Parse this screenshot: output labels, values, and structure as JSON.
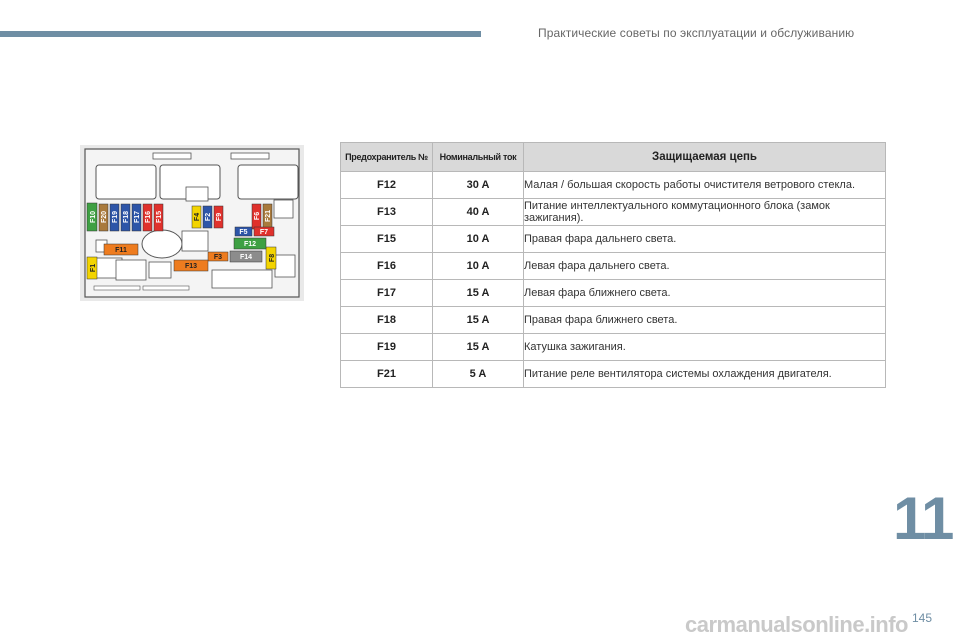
{
  "header": {
    "running_title": "Практические советы по эксплуатации и обслуживанию"
  },
  "diagram": {
    "fuse_labels": {
      "f10": "F10",
      "f20": "F20",
      "f19": "F19",
      "f18": "F18",
      "f17": "F17",
      "f16": "F16",
      "f15": "F15",
      "f4": "F4",
      "f2": "F2",
      "f9": "F9",
      "f6": "F6",
      "f21": "F21",
      "f5": "F5",
      "f7": "F7",
      "f11": "F11",
      "f12": "F12",
      "f3": "F3",
      "f14": "F14",
      "f13": "F13",
      "f1": "F1",
      "f8": "F8"
    },
    "colors": {
      "green": "#3ea043",
      "blue": "#2d55a8",
      "red": "#e0312c",
      "yellow": "#f3d400",
      "orange": "#ee7c1f",
      "gray": "#8c8c8c",
      "brown": "#a97a3c"
    }
  },
  "table": {
    "headers": {
      "fuse": "Предохранитель №",
      "rating": "Номинальный ток",
      "circuit": "Защищаемая цепь"
    },
    "rows": [
      {
        "fuse": "F12",
        "rating": "30 A",
        "circuit": "Малая / большая скорость работы очистителя ветрового стекла."
      },
      {
        "fuse": "F13",
        "rating": "40 A",
        "circuit": "Питание интеллектуального коммутационного блока (замок зажигания)."
      },
      {
        "fuse": "F15",
        "rating": "10 A",
        "circuit": "Правая фара дальнего света."
      },
      {
        "fuse": "F16",
        "rating": "10 A",
        "circuit": "Левая фара дальнего света."
      },
      {
        "fuse": "F17",
        "rating": "15 A",
        "circuit": "Левая фара ближнего света."
      },
      {
        "fuse": "F18",
        "rating": "15 A",
        "circuit": "Правая фара ближнего света."
      },
      {
        "fuse": "F19",
        "rating": "15 A",
        "circuit": "Катушка зажигания."
      },
      {
        "fuse": "F21",
        "rating": "5 A",
        "circuit": "Питание реле вентилятора системы охлаждения двигателя."
      }
    ]
  },
  "chapter": "11",
  "page_number": "145",
  "watermark": "carmanualsonline.info"
}
